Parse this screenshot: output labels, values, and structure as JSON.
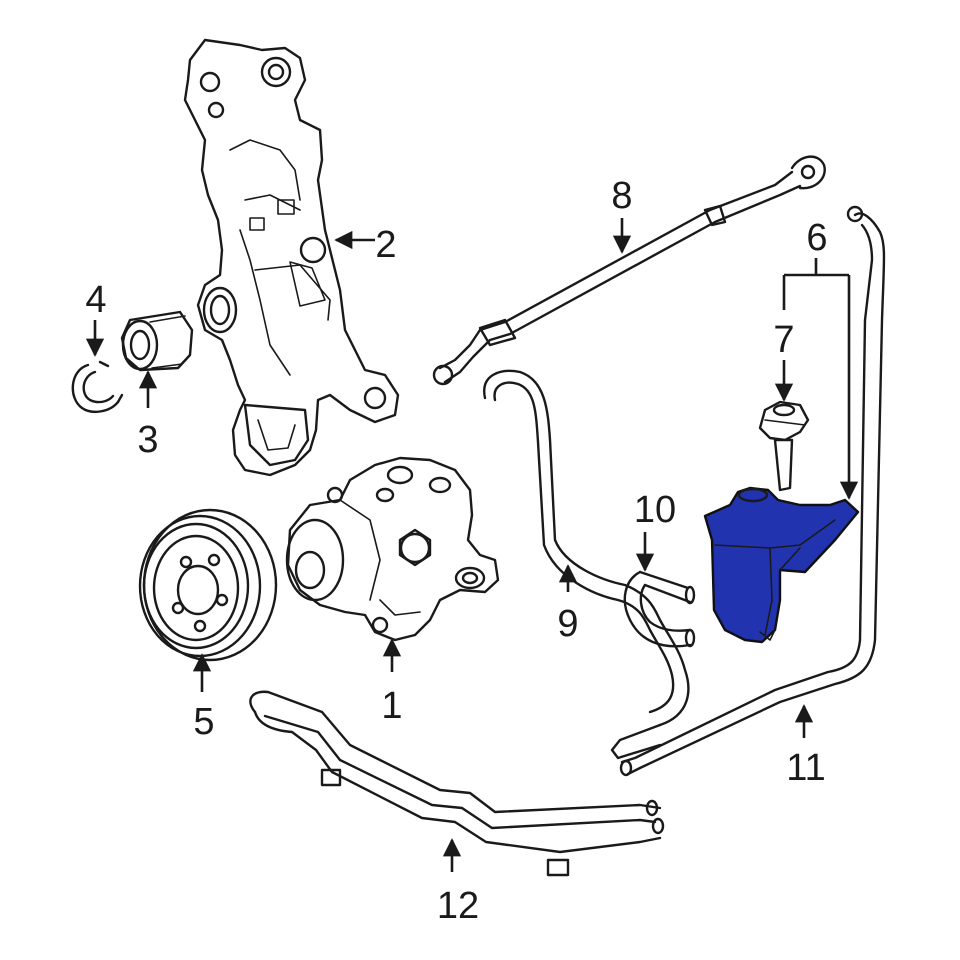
{
  "diagram": {
    "highlight_color": "#2233b0",
    "callouts": [
      {
        "id": "1",
        "label": "1"
      },
      {
        "id": "2",
        "label": "2"
      },
      {
        "id": "3",
        "label": "3"
      },
      {
        "id": "4",
        "label": "4"
      },
      {
        "id": "5",
        "label": "5"
      },
      {
        "id": "6",
        "label": "6"
      },
      {
        "id": "7",
        "label": "7"
      },
      {
        "id": "8",
        "label": "8"
      },
      {
        "id": "9",
        "label": "9"
      },
      {
        "id": "10",
        "label": "10"
      },
      {
        "id": "11",
        "label": "11"
      },
      {
        "id": "12",
        "label": "12"
      }
    ],
    "highlighted_part": "6"
  }
}
